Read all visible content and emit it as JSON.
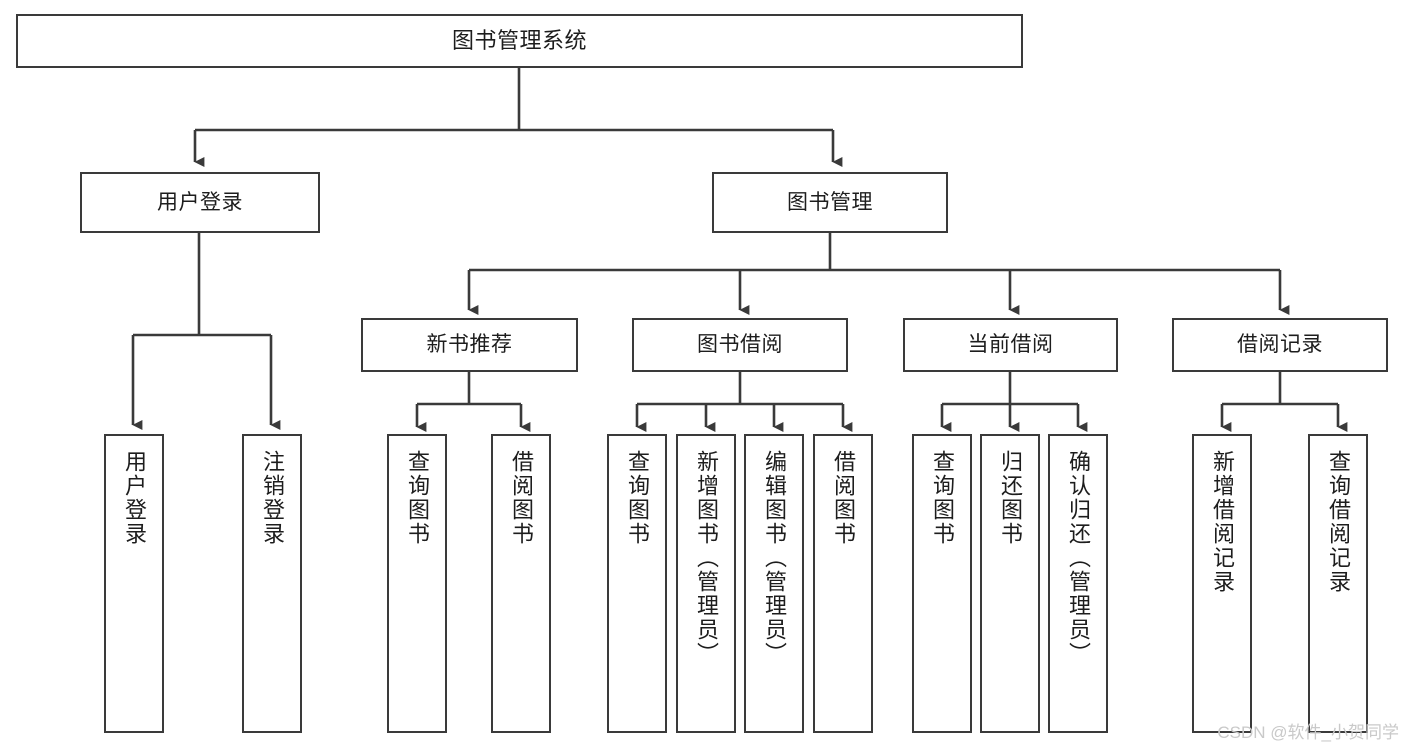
{
  "diagram": {
    "type": "tree",
    "title": "图书管理系统",
    "watermark": "CSDN @软件_小贺同学",
    "colors": {
      "border": "#3a3a3a",
      "background": "#ffffff",
      "text": "#1d1d1d",
      "line": "#3a3a3a",
      "watermark": "#c9c9c9"
    },
    "root": {
      "label": "图书管理系统"
    },
    "level2": [
      {
        "id": "user-login",
        "label": "用户登录"
      },
      {
        "id": "book-manage",
        "label": "图书管理"
      }
    ],
    "level3": [
      {
        "id": "new-book-recommend",
        "label": "新书推荐",
        "parent": "book-manage"
      },
      {
        "id": "book-borrow",
        "label": "图书借阅",
        "parent": "book-manage"
      },
      {
        "id": "current-borrow",
        "label": "当前借阅",
        "parent": "book-manage"
      },
      {
        "id": "borrow-record",
        "label": "借阅记录",
        "parent": "book-manage"
      }
    ],
    "leaves": {
      "user-login": [
        {
          "id": "leaf-user-login",
          "label": "用户登录"
        },
        {
          "id": "leaf-user-logout",
          "label": "注销登录"
        }
      ],
      "new-book-recommend": [
        {
          "id": "leaf-query-book-1",
          "label": "查询图书"
        },
        {
          "id": "leaf-borrow-book-1",
          "label": "借阅图书"
        }
      ],
      "book-borrow": [
        {
          "id": "leaf-query-book-2",
          "label": "查询图书"
        },
        {
          "id": "leaf-add-book",
          "label": "新增图书（管理员）"
        },
        {
          "id": "leaf-edit-book",
          "label": "编辑图书（管理员）"
        },
        {
          "id": "leaf-borrow-book-2",
          "label": "借阅图书"
        }
      ],
      "current-borrow": [
        {
          "id": "leaf-query-book-3",
          "label": "查询图书"
        },
        {
          "id": "leaf-return-book",
          "label": "归还图书"
        },
        {
          "id": "leaf-confirm-return",
          "label": "确认归还（管理员）"
        }
      ],
      "borrow-record": [
        {
          "id": "leaf-add-record",
          "label": "新增借阅记录"
        },
        {
          "id": "leaf-query-record",
          "label": "查询借阅记录"
        }
      ]
    }
  }
}
